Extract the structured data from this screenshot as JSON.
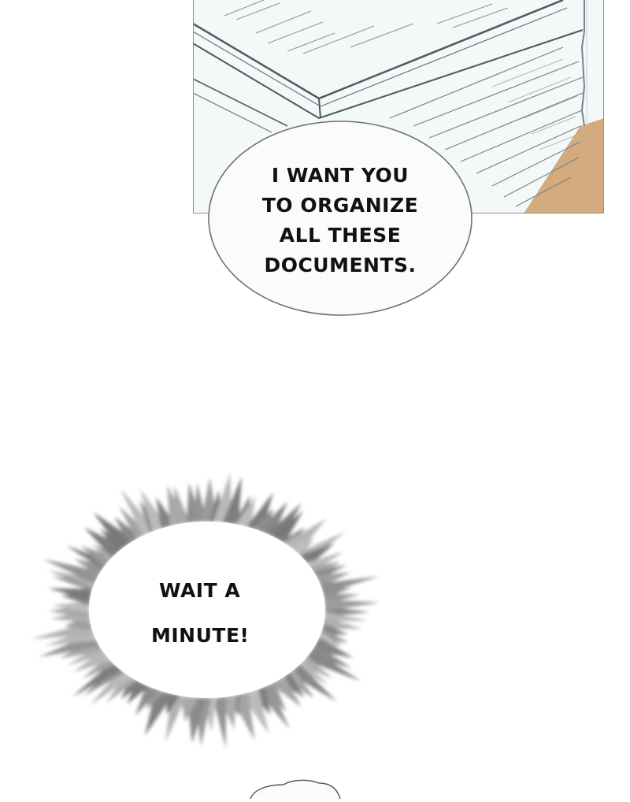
{
  "panel": {
    "colors": {
      "paper": "#f3f8f8",
      "lines": "#6b7678",
      "floor": "#d3ab7e",
      "border": "#8a8f90"
    }
  },
  "speech_bubble": {
    "lines": [
      "I WANT YOU",
      "TO ORGANIZE",
      "ALL THESE",
      "DOCUMENTS."
    ]
  },
  "burst_bubble": {
    "lines": [
      "WAIT A",
      "MINUTE!"
    ]
  }
}
